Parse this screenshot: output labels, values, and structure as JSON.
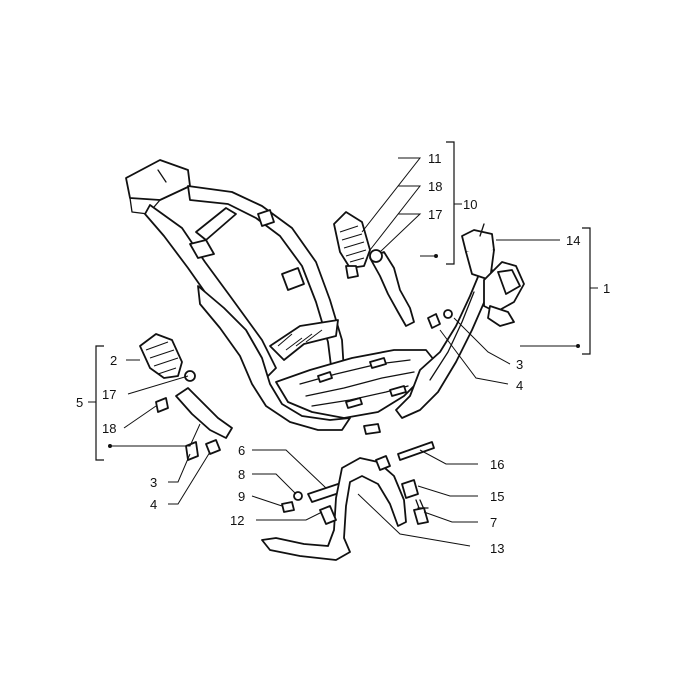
{
  "callouts": {
    "c1": "1",
    "c2": "2",
    "c3a": "3",
    "c3b": "3",
    "c4a": "4",
    "c4b": "4",
    "c5": "5",
    "c6": "6",
    "c7": "7",
    "c8": "8",
    "c9": "9",
    "c10": "10",
    "c11": "11",
    "c12": "12",
    "c13": "13",
    "c14": "14",
    "c15": "15",
    "c16": "16",
    "c17a": "17",
    "c17b": "17",
    "c18a": "18",
    "c18b": "18"
  },
  "colors": {
    "line": "#111111",
    "background": "#ffffff"
  }
}
